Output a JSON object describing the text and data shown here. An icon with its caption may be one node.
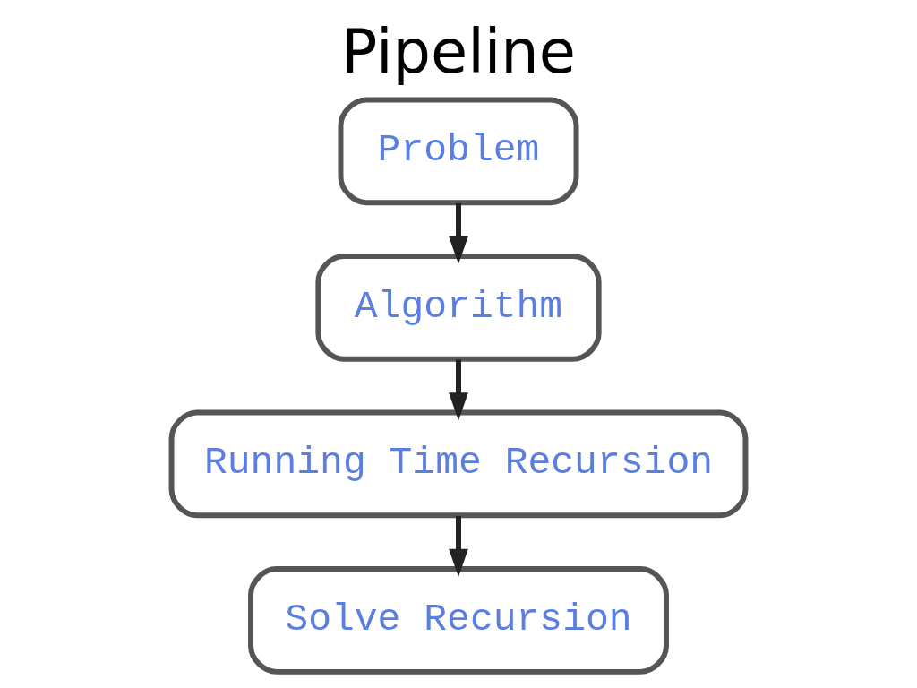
{
  "diagram": {
    "title": "Pipeline",
    "nodes": [
      {
        "text": [
          "Problem"
        ]
      },
      {
        "text": [
          "Algorithm"
        ]
      },
      {
        "text": [
          "Running Time Recursion"
        ]
      },
      {
        "text": [
          "Solve Recursion"
        ]
      }
    ],
    "edges": [
      {
        "from": 0,
        "to": 1,
        "arrow": "to"
      },
      {
        "from": 1,
        "to": 2,
        "arrow": "to"
      },
      {
        "from": 2,
        "to": 3,
        "arrow": "to"
      }
    ]
  }
}
